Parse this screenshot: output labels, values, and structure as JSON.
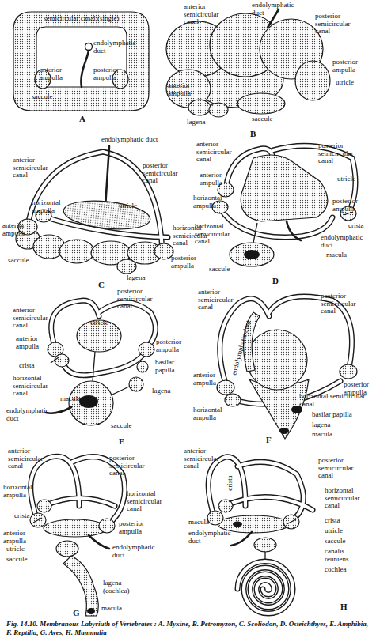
{
  "diagram": {
    "caption": "Fig. 14.10. Membranous Labyriuth of Vertebrates : A. Myxine, B. Petromyzon, C. Scoliodon, D. Osteichthyes, E. Amphibia, F. Reptilia, G. Aves, H. Mammalia",
    "labels": [
      "semicircular canal (single)",
      "endolymphatic duct",
      "anterior ampulla",
      "posterior ampulla",
      "saccule",
      "A",
      "anterior semicircular canal",
      "endolymphatic duct",
      "posterior semicircular canal",
      "posterior ampulla",
      "utricle",
      "anterior ampulla",
      "lagena",
      "saccule",
      "B",
      "endolymphatic duct",
      "anterior semicircular canal",
      "posterior semicircular canal",
      "horizontal ampulla",
      "utricle",
      "anterior ampulla",
      "horizontal semicircular canal",
      "saccule",
      "posterior ampulla",
      "lagena",
      "C",
      "anterior semicircular canal",
      "posterior semicircular canal",
      "anterior ampulla",
      "utricle",
      "horizontal ampulla",
      "posterior ampulla",
      "crista",
      "horizontal semicircular canal",
      "endolymphatic duct",
      "macula",
      "saccule",
      "D",
      "posterior semicircular canal",
      "anterior semicircular canal",
      "utricle",
      "posterior ampulla",
      "anterior ampulla",
      "crista",
      "basilar papilla",
      "horizontal semicircular canal",
      "lagena",
      "macula",
      "endolymphatic duct",
      "saccule",
      "E",
      "anterior semicircular canal",
      "posterior semicircular canal",
      "endolymphatic duct",
      "anterior ampulla",
      "posterior ampulla",
      "horizontal ampulla",
      "horizontal semicircular canal",
      "basilar papilla",
      "lagena",
      "macula",
      "F",
      "anterior semicircular canal",
      "posterior semicircular canal",
      "horizontal ampulla",
      "horizontal semicircular canal",
      "crista",
      "anterior ampulla",
      "posterior ampulla",
      "utricle",
      "endolymphatic duct",
      "saccule",
      "lagena (cochlea)",
      "macula",
      "G",
      "anterior semicircular canal",
      "posterior semicircular canal",
      "crista",
      "horizontal semicircular canal",
      "macula",
      "crista",
      "utricle",
      "endolymphatic duct",
      "saccule",
      "canalis reuniens",
      "cochlea",
      "H"
    ]
  }
}
